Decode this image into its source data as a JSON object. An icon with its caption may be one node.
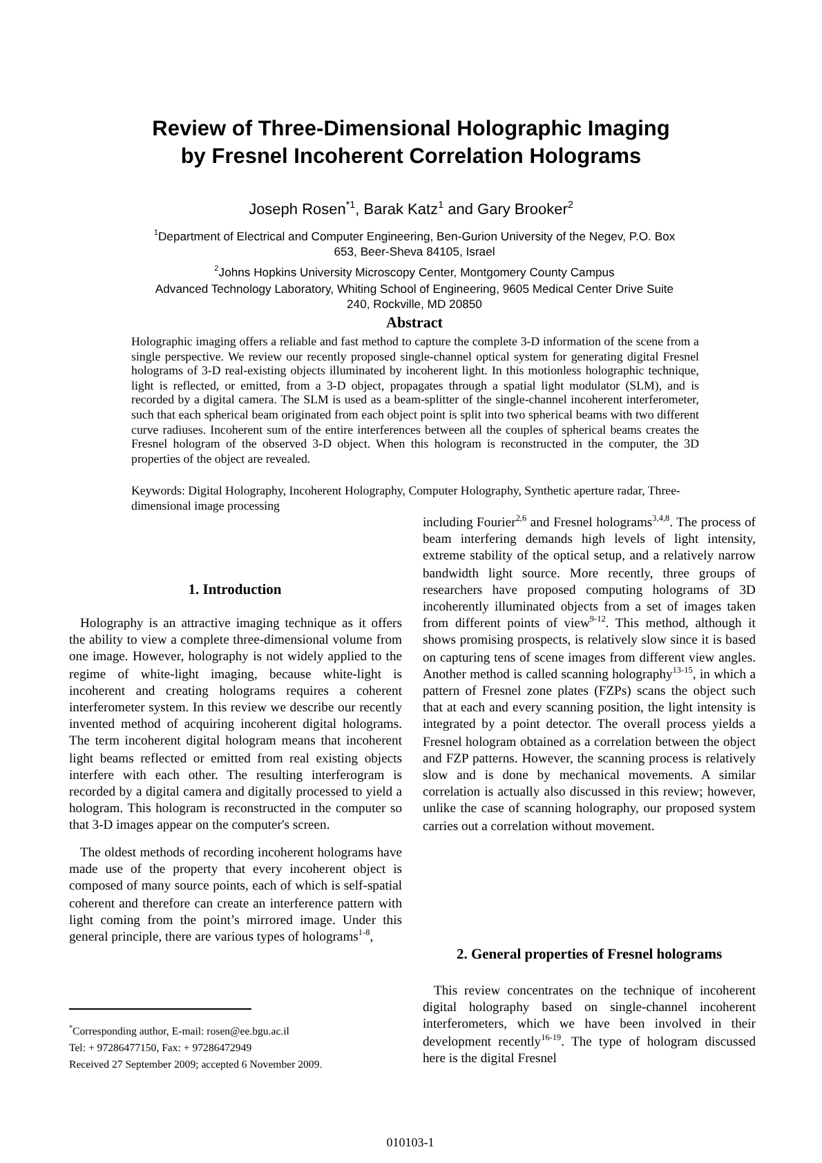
{
  "diagram": {
    "title": "Review of Three-Dimensional Holographic Imaging by Fresnel Incoherent Correlation Holograms",
    "labels": [
      "Joseph Rosen$^{*1}$, Barak Katz$^{1}$ and Gary Brooker$^{2}$",
      "$^{1}$Department of Electrical and Computer Engineering, Ben-Gurion University of the Negev, P.O. Box 653, Beer-Sheva 84105, Israel",
      "$^{2}$Johns Hopkins University Microscopy Center, Montgomery County Campus",
      "Advanced Technology Laboratory, Whiting School of Engineering, 9605 Medical Center Drive Suite 240, Rockville, MD 20850",
      "Abstract",
      "Holographic imaging offers a reliable and fast method to capture the complete 3-D information of the scene from a single perspective. We review our recently proposed single-channel optical system for generating digital Fresnel holograms of 3-D real-existing objects illuminated by incoherent light. In this motionless holographic technique, light is reflected, or emitted, from a 3-D object, propagates through a spatial light modulator (SLM), and is recorded by a digital camera. The SLM is used as a beam-splitter of the single-channel incoherent interferometer, such that each spherical beam originated from each object point is split into two spherical beams with two different curve radiuses. Incoherent sum of the entire interferences between all the couples of spherical beams creates the Fresnel hologram of the observed 3-D object. When this hologram is reconstructed in the computer, the 3D properties of the object are revealed.",
      "Keywords: Digital Holography, Incoherent Holography, Computer Holography, Synthetic aperture radar, Three-dimensional image processing",
      "1. Introduction",
      "Holography is an attractive imaging technique as it offers the ability to view a complete three-dimensional volume from one image. However, holography is not widely applied to the regime of white-light imaging, because white-light is incoherent and creating holograms requires a coherent interferometer system. In this review we describe our recently invented method of acquiring incoherent digital holograms. The term incoherent digital hologram means that incoherent light beams reflected or emitted from real existing objects interfere with each other. The resulting interferogram is recorded by a digital camera and digitally processed to yield a hologram. This hologram is reconstructed in the computer so that 3-D images appear on the computer's screen.",
      "The oldest methods of recording incoherent holograms have made use of the property that every incoherent object is composed of many source points, each of which is self-spatial coherent and therefore can create an interference pattern with light coming from the point’s mirrored image. Under this general principle, there are various types of holograms$^{1-8}$,",
      "$^{*}$Corresponding author, E-mail: rosen@ee.bgu.ac.il",
      "Tel: + 97286477150, Fax: + 97286472949",
      "Received 27 September 2009; accepted 6 November 2009.",
      "including Fourier$^{2,6}$ and Fresnel holograms$^{3,4,8}$. The process of beam interfering demands high levels of light intensity, extreme stability of the optical setup, and a relatively narrow bandwidth light source. More recently, three groups of researchers have proposed computing holograms of 3D incoherently illuminated objects from a set of images taken from different points of view$^{9-12}$. This method, although it shows promising prospects, is relatively slow since it is based on capturing tens of scene images from different view angles. Another method is called scanning holography$^{13-15}$, in which a pattern of Fresnel zone plates (FZPs) scans the object such that at each and every scanning position, the light intensity is integrated by a point detector. The overall process yields a Fresnel hologram obtained as a correlation between the object and FZP patterns. However, the scanning process is relatively slow and is done by mechanical movements. A similar correlation is actually also discussed in this review; however, unlike the case of scanning holography, our proposed system carries out a correlation without movement.",
      "2. General properties of Fresnel holograms",
      "This review concentrates on the technique of incoherent digital holography based on single-channel incoherent interferometers, which we have been involved in their development recently$^{16-19}$. The type of hologram discussed here is the digital Fresnel",
      "010103-1"
    ]
  }
}
